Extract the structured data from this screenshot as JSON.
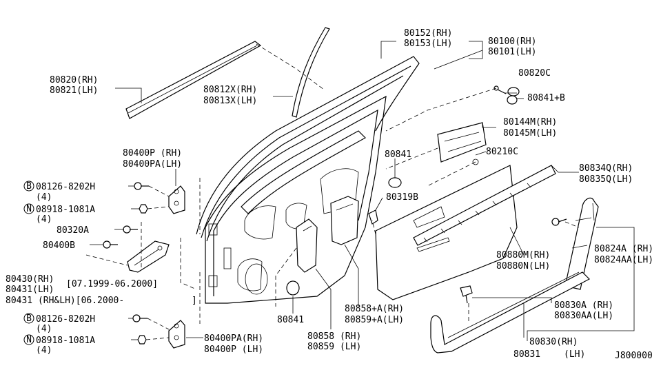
{
  "labels": {
    "l80820": "80820(RH)",
    "l80821": "80821(LH)",
    "l80152": "80152(RH)",
    "l80153": "80153(LH)",
    "l80100": "80100(RH)",
    "l80101": "80101(LH)",
    "l80820c": "80820C",
    "l80841b": "80841+B",
    "l80812x": "80812X(RH)",
    "l80813x": "80813X(LH)",
    "l80144m": "80144M(RH)",
    "l80145m": "80145M(LH)",
    "l80210c": "80210C",
    "l80841a": "80841",
    "l80834q": "80834Q(RH)",
    "l80835q": "80835Q(LH)",
    "l80400p": "80400P (RH)",
    "l80400pa": "80400PA(LH)",
    "b1text": "08126-8202H",
    "b1qty": "(4)",
    "n1text": "08918-1081A",
    "n1qty": "(4)",
    "l80320a": "80320A",
    "l80400b": "80400B",
    "l80319b": "80319B",
    "l80430": "80430(RH)",
    "l80431": "80431(LH)",
    "l80431both": "80431 (RH&LH)[06.2000-",
    "daterange": "[07.1999-06.2000]",
    "bracketend": "]",
    "l80880m": "80880M(RH)",
    "l80880n": "80880N(LH)",
    "l80824a": "80824A (RH)",
    "l80824aa": "80824AA(LH)",
    "b2text": "08126-8202H",
    "b2qty": "(4)",
    "n2text": "08918-1081A",
    "n2qty": "(4)",
    "l80841c": "80841",
    "l80858": "80858 (RH)",
    "l80859": "80859 (LH)",
    "l80858a": "80858+A(RH)",
    "l80859a": "80859+A(LH)",
    "l80830a": "80830A (RH)",
    "l80830aa": "80830AA(LH)",
    "l80400pa2": "80400PA(RH)",
    "l80400p2": "80400P (LH)",
    "l80830": "80830(RH)",
    "l80831": "80831",
    "l80831lh": "(LH)",
    "diagramcode": "J800000",
    "bolt_letter": "B",
    "nut_letter": "N"
  }
}
